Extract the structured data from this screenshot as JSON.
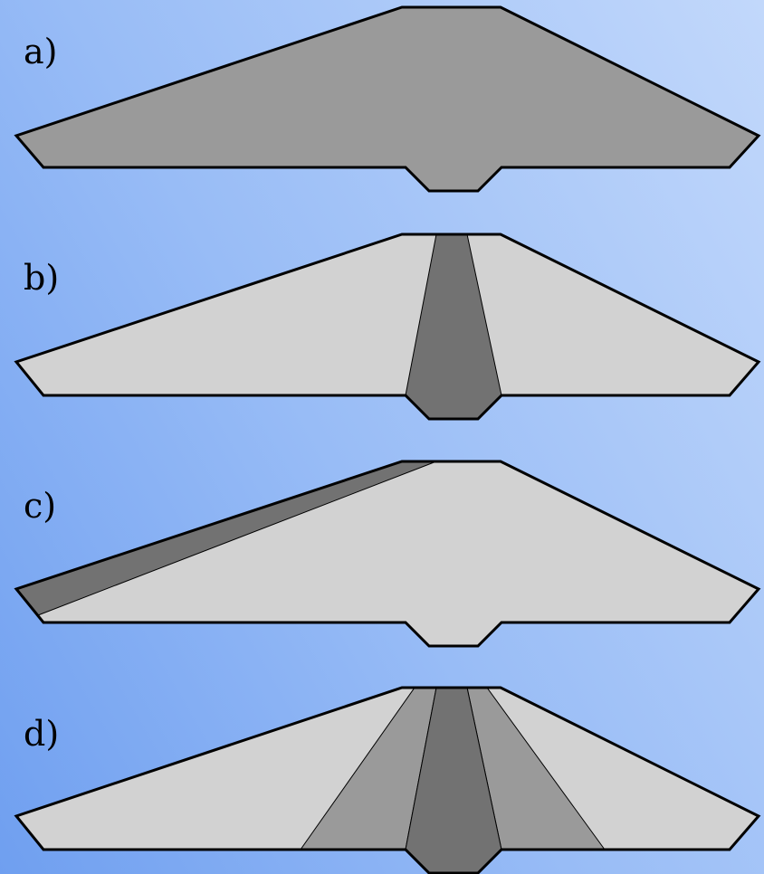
{
  "panels": [
    {
      "label": "a)"
    },
    {
      "label": "b)"
    },
    {
      "label": "c)"
    },
    {
      "label": "d)"
    }
  ],
  "colors": {
    "background_dark": "#6f9ff0",
    "background_light": "#c2d8fb",
    "shell": "#9a9a9a",
    "fill_light": "#d2d2d2",
    "fill_medium": "#9a9a9a",
    "fill_dark": "#727272",
    "outline": "#000000"
  }
}
